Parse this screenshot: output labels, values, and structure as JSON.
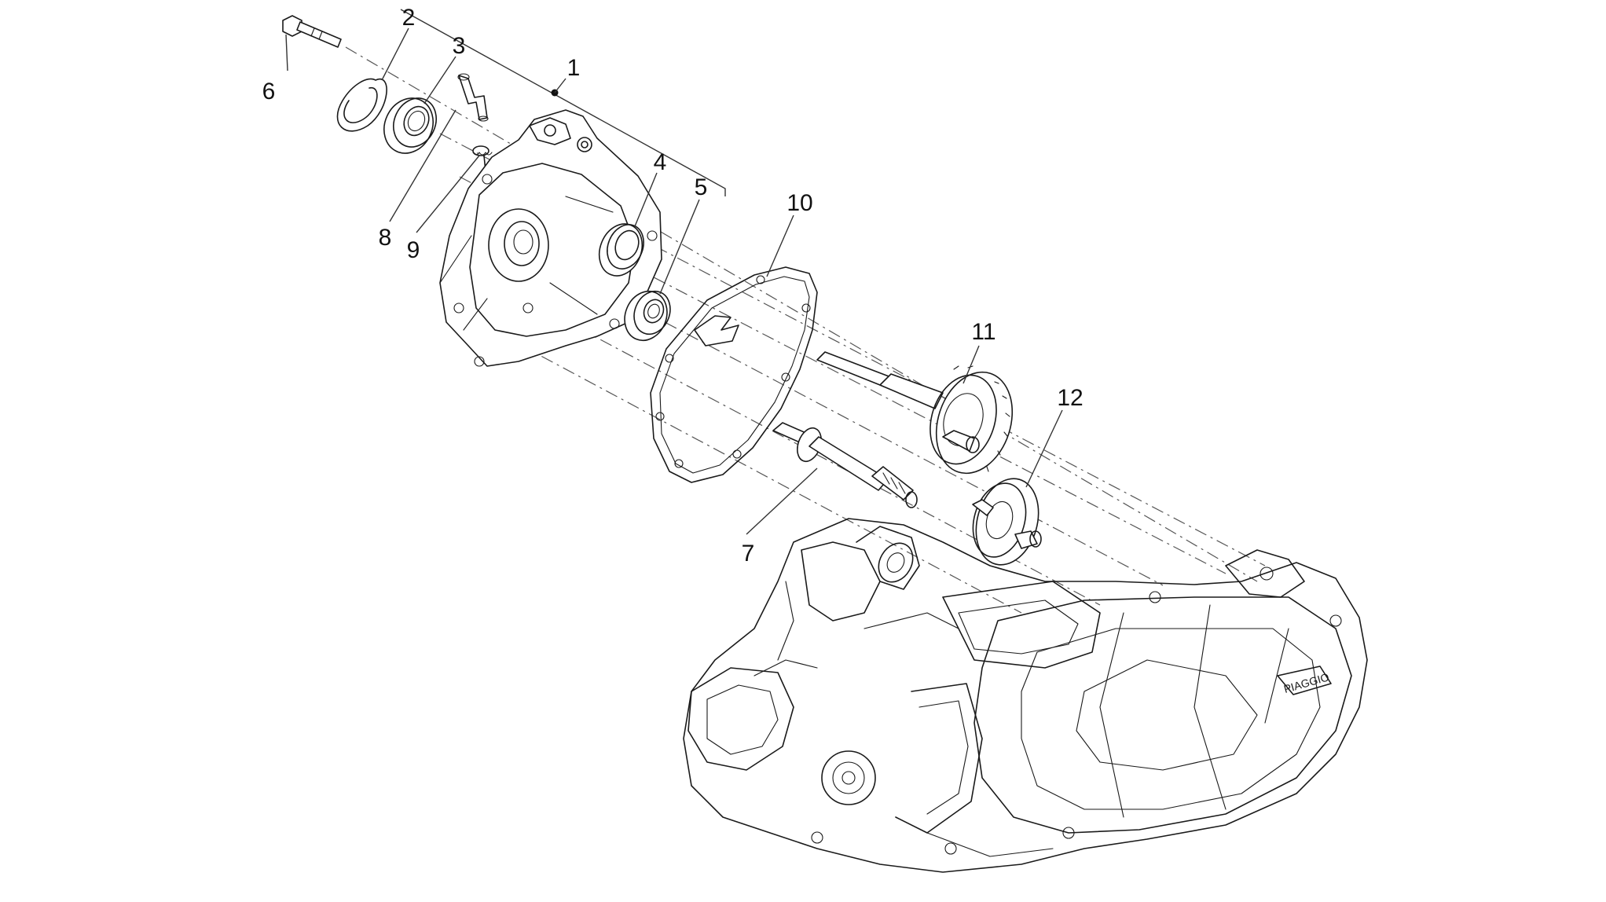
{
  "diagram": {
    "parts": [
      {
        "id": "1",
        "label": "1"
      },
      {
        "id": "2",
        "label": "2"
      },
      {
        "id": "3",
        "label": "3"
      },
      {
        "id": "4",
        "label": "4"
      },
      {
        "id": "5",
        "label": "5"
      },
      {
        "id": "6",
        "label": "6"
      },
      {
        "id": "7",
        "label": "7"
      },
      {
        "id": "8",
        "label": "8"
      },
      {
        "id": "9",
        "label": "9"
      },
      {
        "id": "10",
        "label": "10"
      },
      {
        "id": "11",
        "label": "11"
      },
      {
        "id": "12",
        "label": "12"
      }
    ],
    "cover_brand_text": "PIAGGIO",
    "line_color": "#1a1a1a",
    "background_color": "#ffffff"
  }
}
